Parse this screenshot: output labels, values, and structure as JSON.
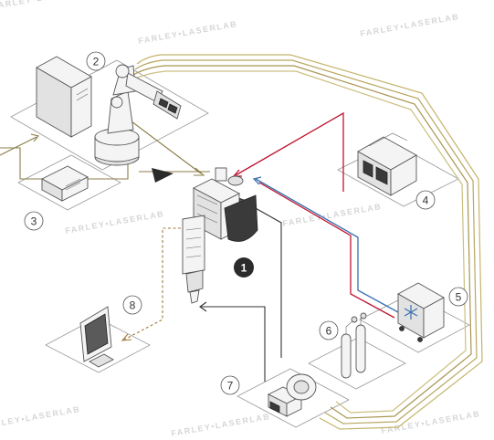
{
  "watermark": {
    "text": "FARLEY•LASERLAB"
  },
  "labels": {
    "laser_head": "1",
    "robot": "2",
    "controller": "3",
    "laser_source": "4",
    "chiller": "5",
    "gas_cylinders": "6",
    "fume_extractor": "7",
    "monitor": "8"
  },
  "colors": {
    "power_line": "#b5a65e",
    "control_line": "#8c7d4a",
    "hot_line": "#c0142f",
    "cool_line": "#3a6fb0",
    "signal_line": "#333333",
    "video_line": "#a07a3a"
  }
}
